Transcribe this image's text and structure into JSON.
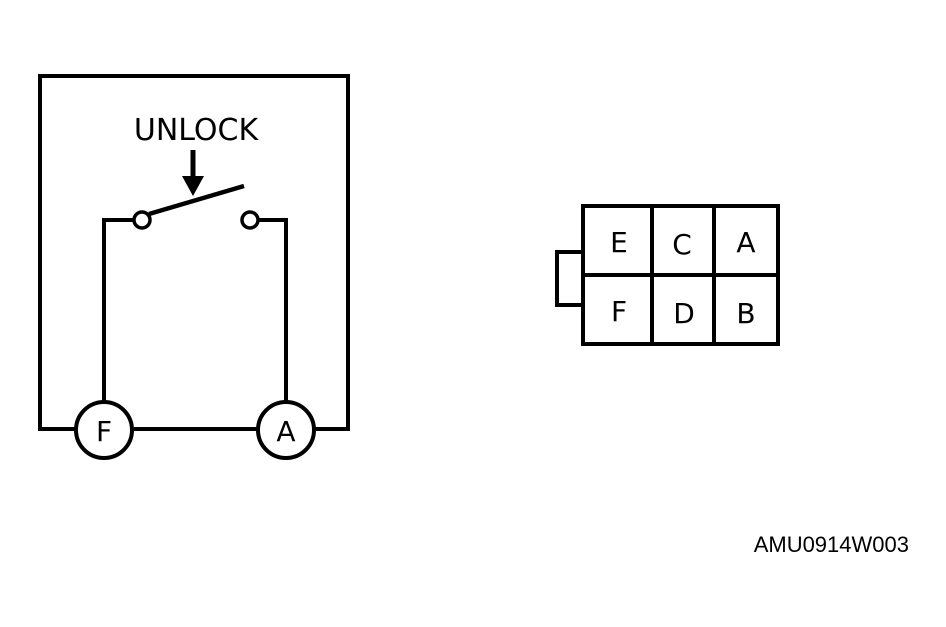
{
  "switch_diagram": {
    "action_label": "UNLOCK",
    "terminal_left": "F",
    "terminal_right": "A"
  },
  "connector": {
    "top_row": [
      "E",
      "C",
      "A"
    ],
    "bottom_row": [
      "F",
      "D",
      "B"
    ]
  },
  "figure_code": "AMU0914W003",
  "colors": {
    "line": "#000000",
    "background": "#ffffff"
  }
}
